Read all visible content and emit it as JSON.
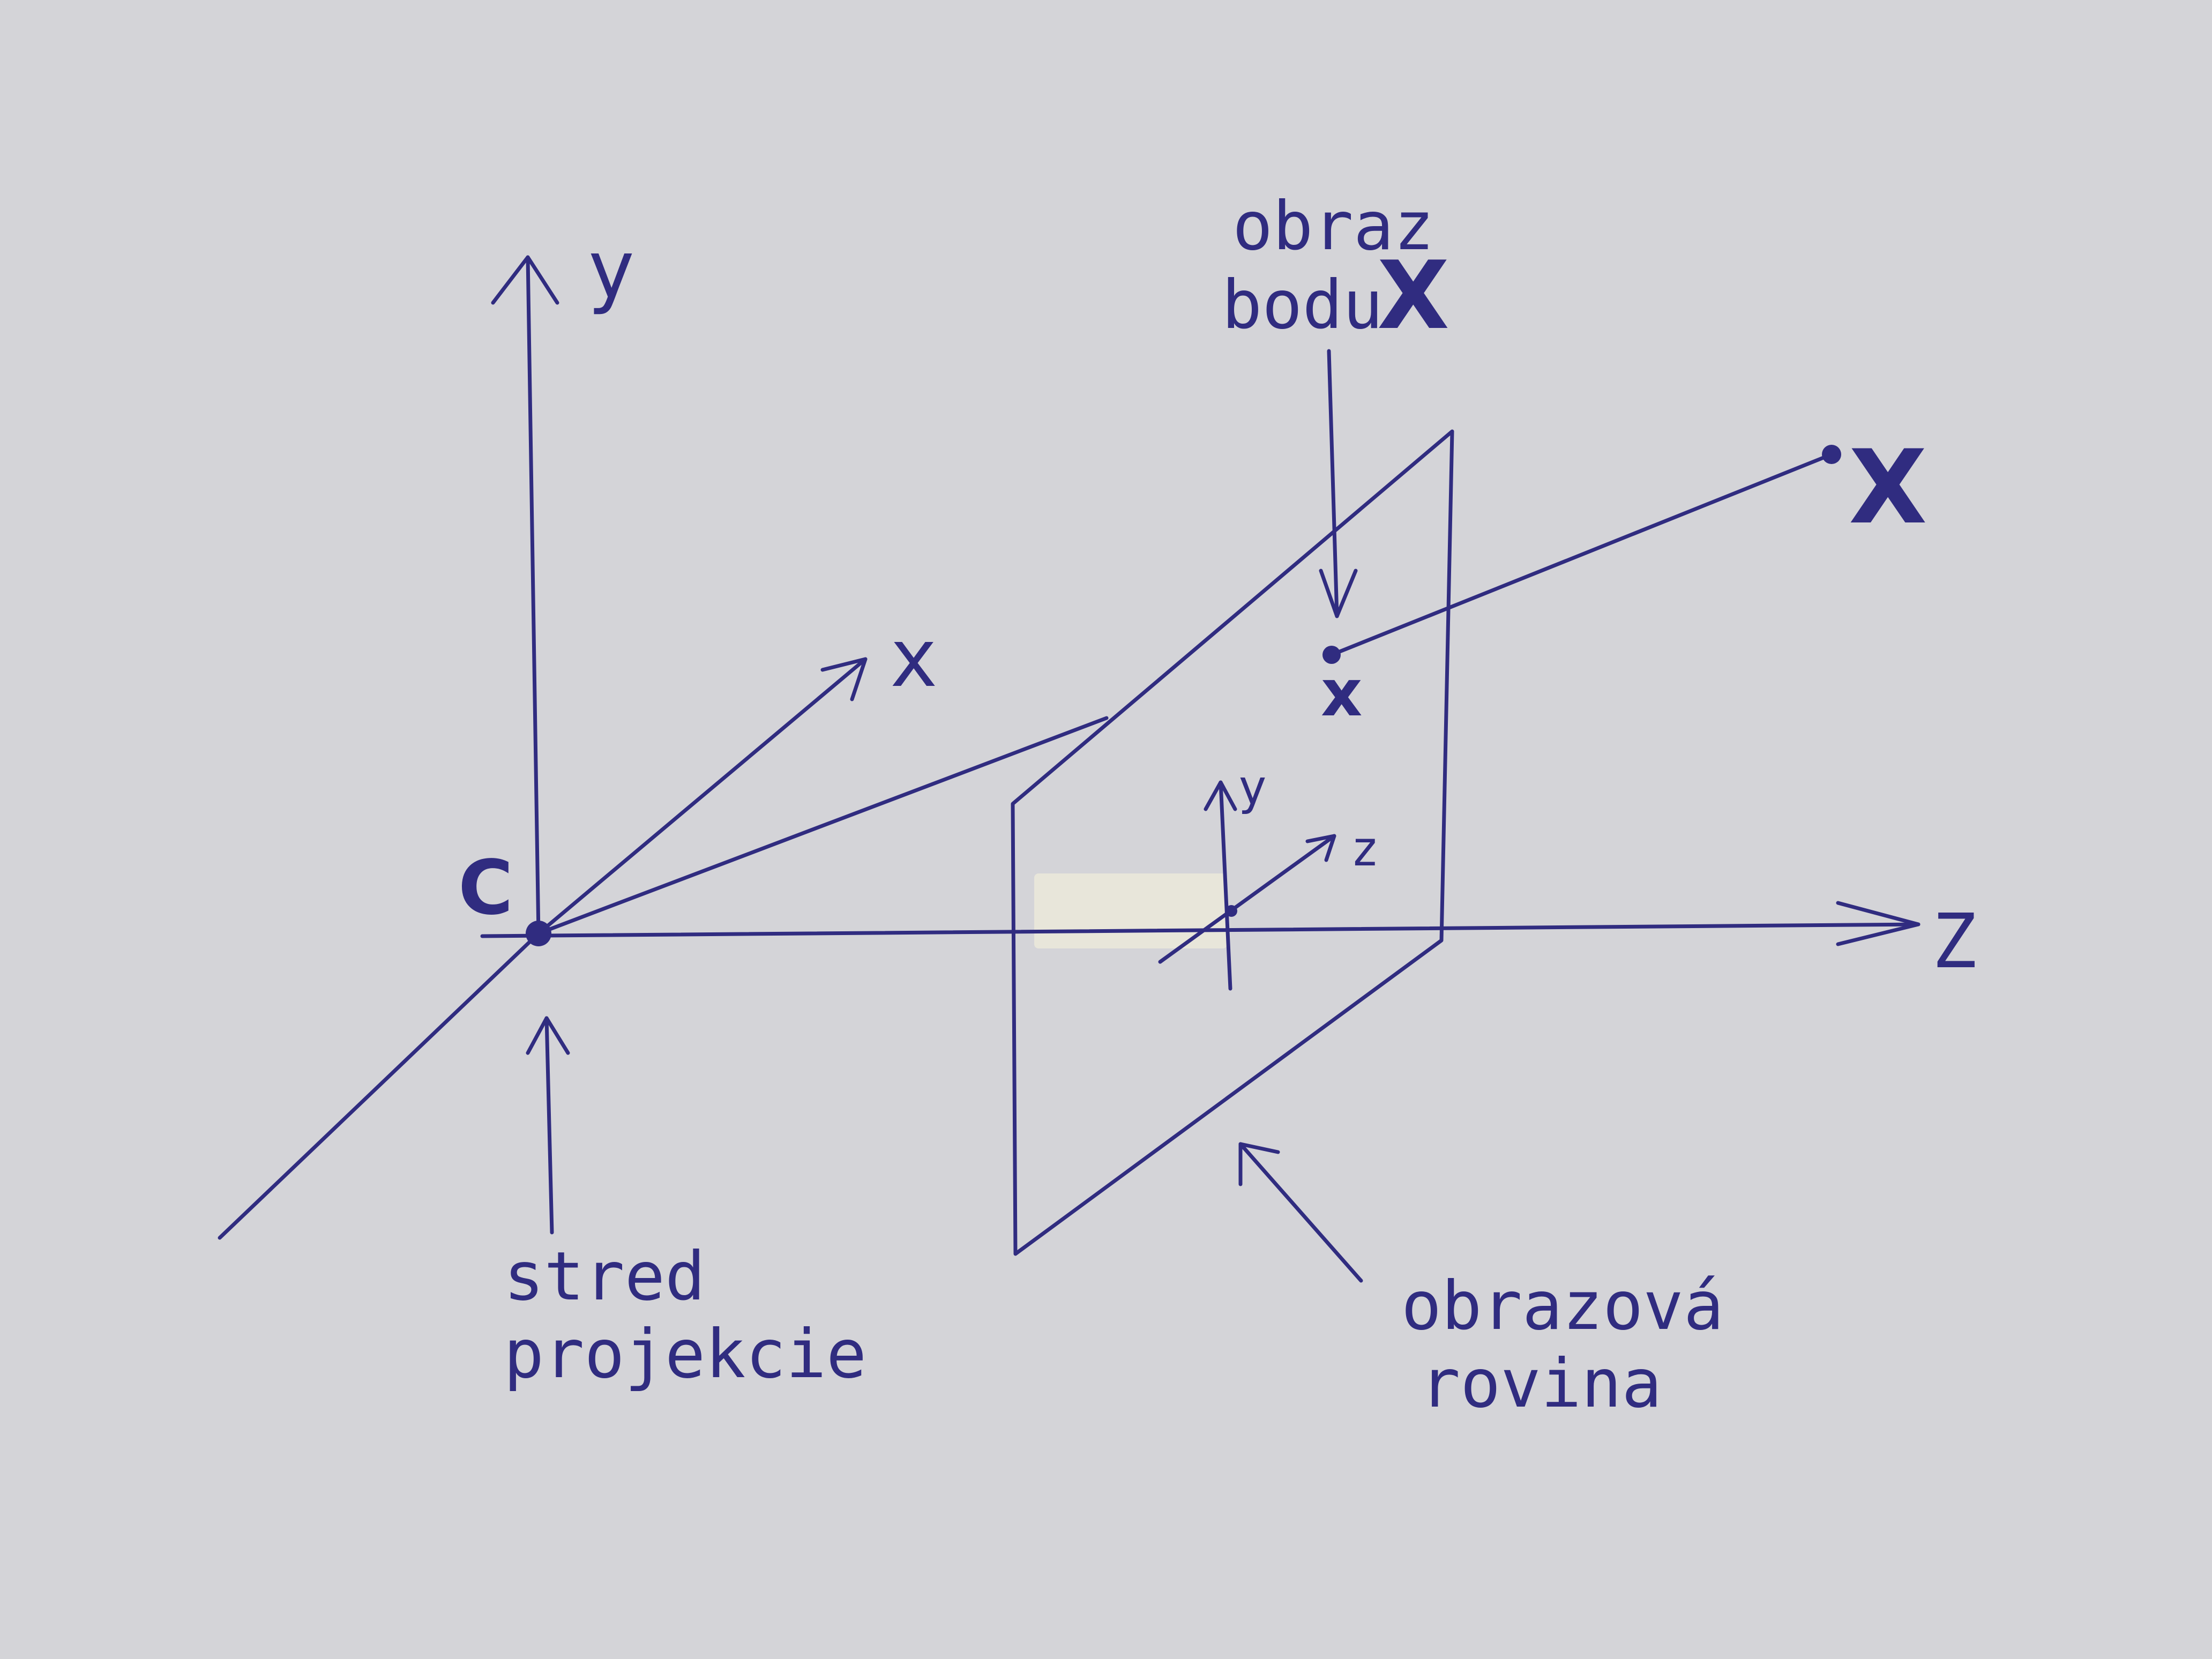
{
  "colors": {
    "paper": "#d4d4d8",
    "ink": "#302c80",
    "tape": "#e9e7da"
  },
  "labels": {
    "y_axis": "y",
    "x_axis": "x",
    "z_axis": "Z",
    "center": "C",
    "image_plane_y": "y",
    "image_plane_z": "z",
    "image_point": "x",
    "world_point": "X",
    "image_of_point_line1": "obraz",
    "image_of_point_line2": "bodu",
    "image_of_point_symbol": "X",
    "projection_center_line1": "stred",
    "projection_center_line2": "projekcie",
    "image_plane_line1": "obrazová",
    "image_plane_line2": "rovina"
  }
}
